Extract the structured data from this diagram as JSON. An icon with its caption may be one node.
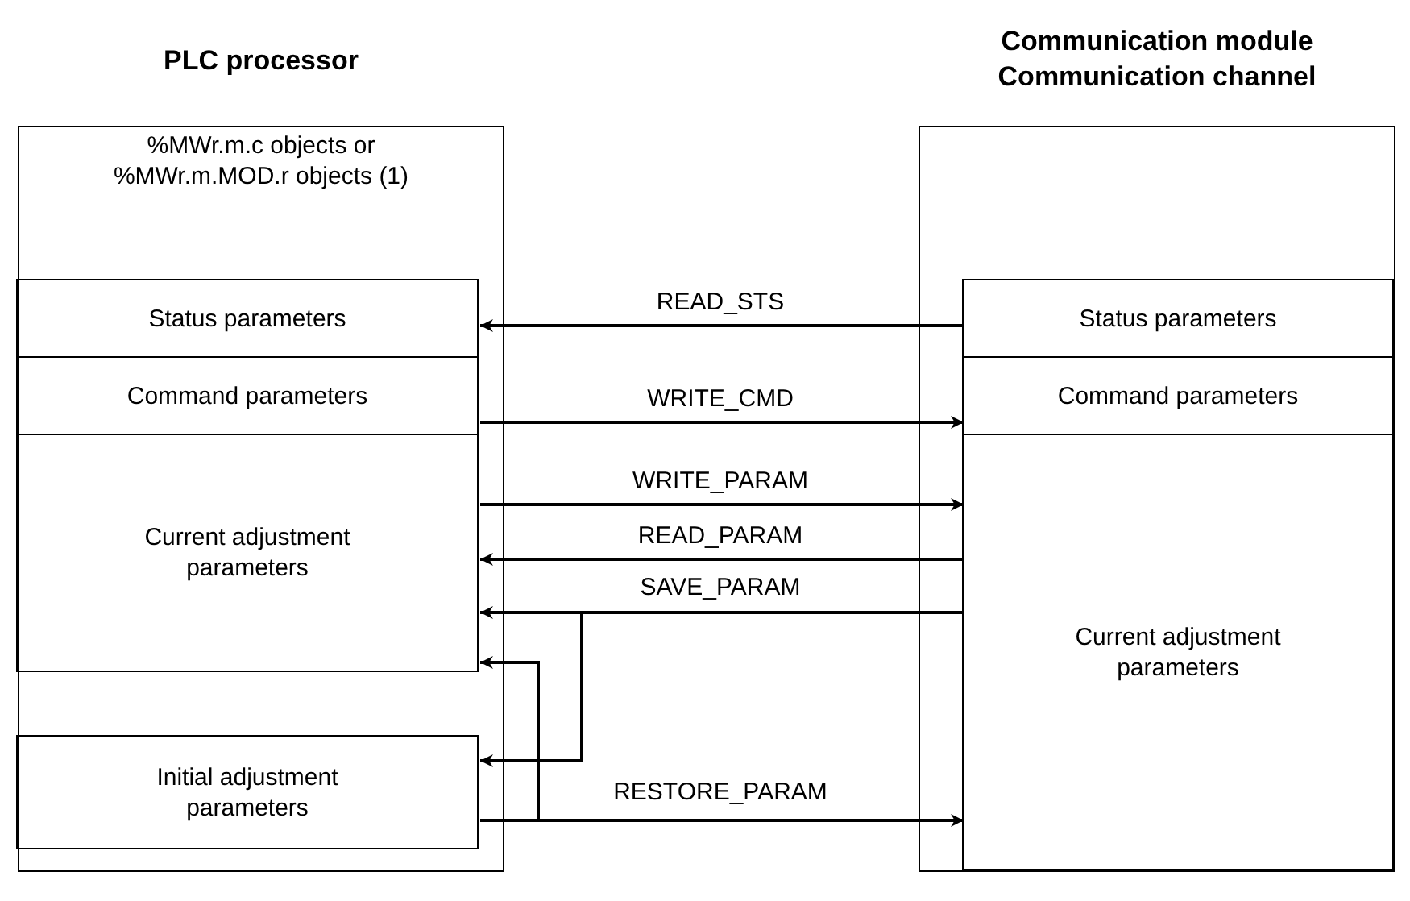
{
  "diagram": {
    "nodes": [
      {
        "text": [
          "PLC processor",
          "%MWr.m.c objects or %MWr.m.MOD.r objects (1)"
        ]
      },
      {
        "text": [
          "Status parameters"
        ],
        "in": 0
      },
      {
        "text": [
          "Command parameters"
        ],
        "in": 0
      },
      {
        "text": [
          "Current adjustment parameters"
        ],
        "in": 0
      },
      {
        "text": [
          "Initial adjustment parameters"
        ],
        "in": 0
      },
      {
        "text": [
          "Communication module Communication channel"
        ]
      },
      {
        "text": [
          "Status parameters"
        ],
        "in": 5
      },
      {
        "text": [
          "Command parameters"
        ],
        "in": 5
      },
      {
        "text": [
          "Current adjustment parameters"
        ],
        "in": 5
      }
    ],
    "edges": [
      {
        "from": 6,
        "to": 1,
        "arrow": "to",
        "label": "READ_STS"
      },
      {
        "from": 2,
        "to": 7,
        "arrow": "to",
        "label": "WRITE_CMD"
      },
      {
        "from": 3,
        "to": 8,
        "arrow": "to",
        "label": "WRITE_PARAM"
      },
      {
        "from": 8,
        "to": 3,
        "arrow": "to",
        "label": "READ_PARAM"
      },
      {
        "from": 8,
        "to": 3,
        "arrow": "to",
        "label": "SAVE_PARAM"
      },
      {
        "from": 8,
        "to": 4,
        "arrow": "to"
      },
      {
        "from": 4,
        "to": 8,
        "arrow": "to",
        "label": "RESTORE_PARAM"
      },
      {
        "from": 4,
        "to": 3,
        "arrow": "to"
      }
    ]
  }
}
